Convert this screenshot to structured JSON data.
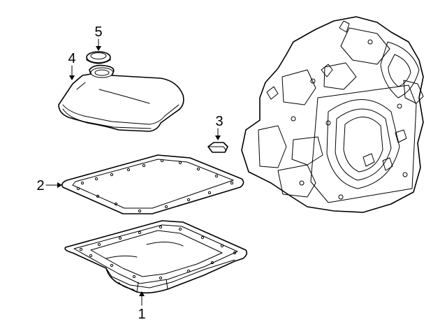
{
  "callouts": {
    "c1": "1",
    "c2": "2",
    "c3": "3",
    "c4": "4",
    "c5": "5"
  },
  "parts": {
    "p1": "oil-pan",
    "p2": "pan-gasket",
    "p3": "magnet",
    "p4": "filter",
    "p5": "filter-seal",
    "p6": "transaxle-case"
  },
  "colors": {
    "line": "#000000",
    "background": "#ffffff",
    "fill": "#ffffff"
  }
}
